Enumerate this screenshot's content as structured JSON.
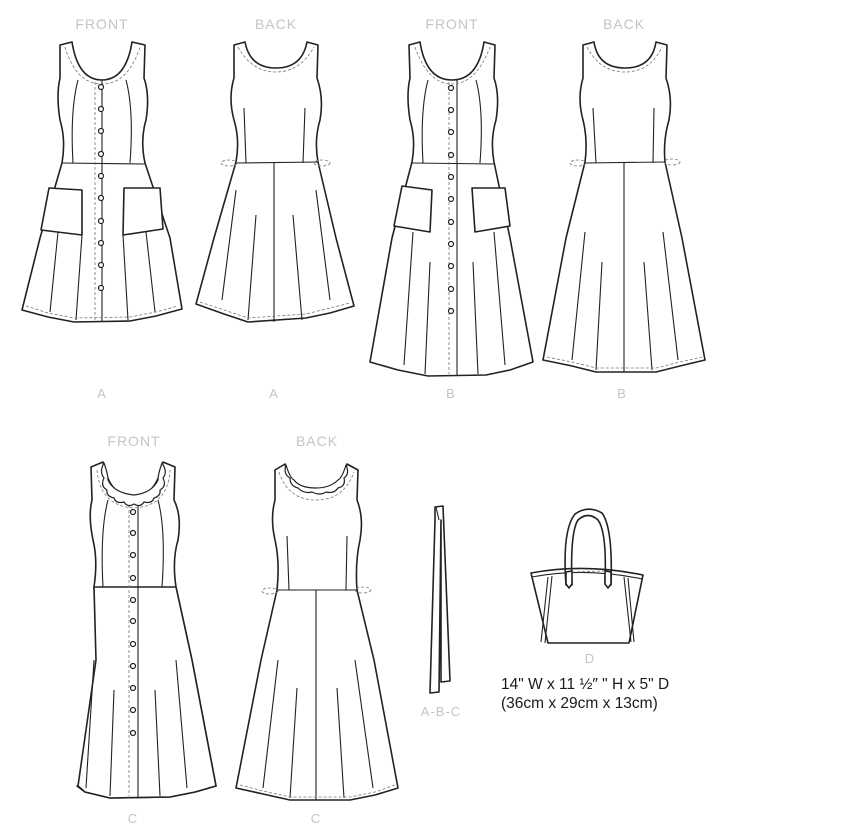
{
  "figures": {
    "dress_a_front": {
      "view": "FRONT",
      "code": "A"
    },
    "dress_a_back": {
      "view": "BACK",
      "code": "A"
    },
    "dress_b_front": {
      "view": "FRONT",
      "code": "B"
    },
    "dress_b_back": {
      "view": "BACK",
      "code": "B"
    },
    "dress_c_front": {
      "view": "FRONT",
      "code": "C"
    },
    "dress_c_back": {
      "view": "BACK",
      "code": "C"
    },
    "sash": {
      "code": "A-B-C"
    },
    "bag": {
      "code": "D"
    }
  },
  "bag_dimensions": {
    "imperial": "14\" W x 11 ½″ \" H x 5\" D",
    "metric": "(36cm x 29cm x 13cm)"
  },
  "colors": {
    "label_gray": "#c4c4c4",
    "line": "#222222",
    "text": "#1a1a1a"
  }
}
